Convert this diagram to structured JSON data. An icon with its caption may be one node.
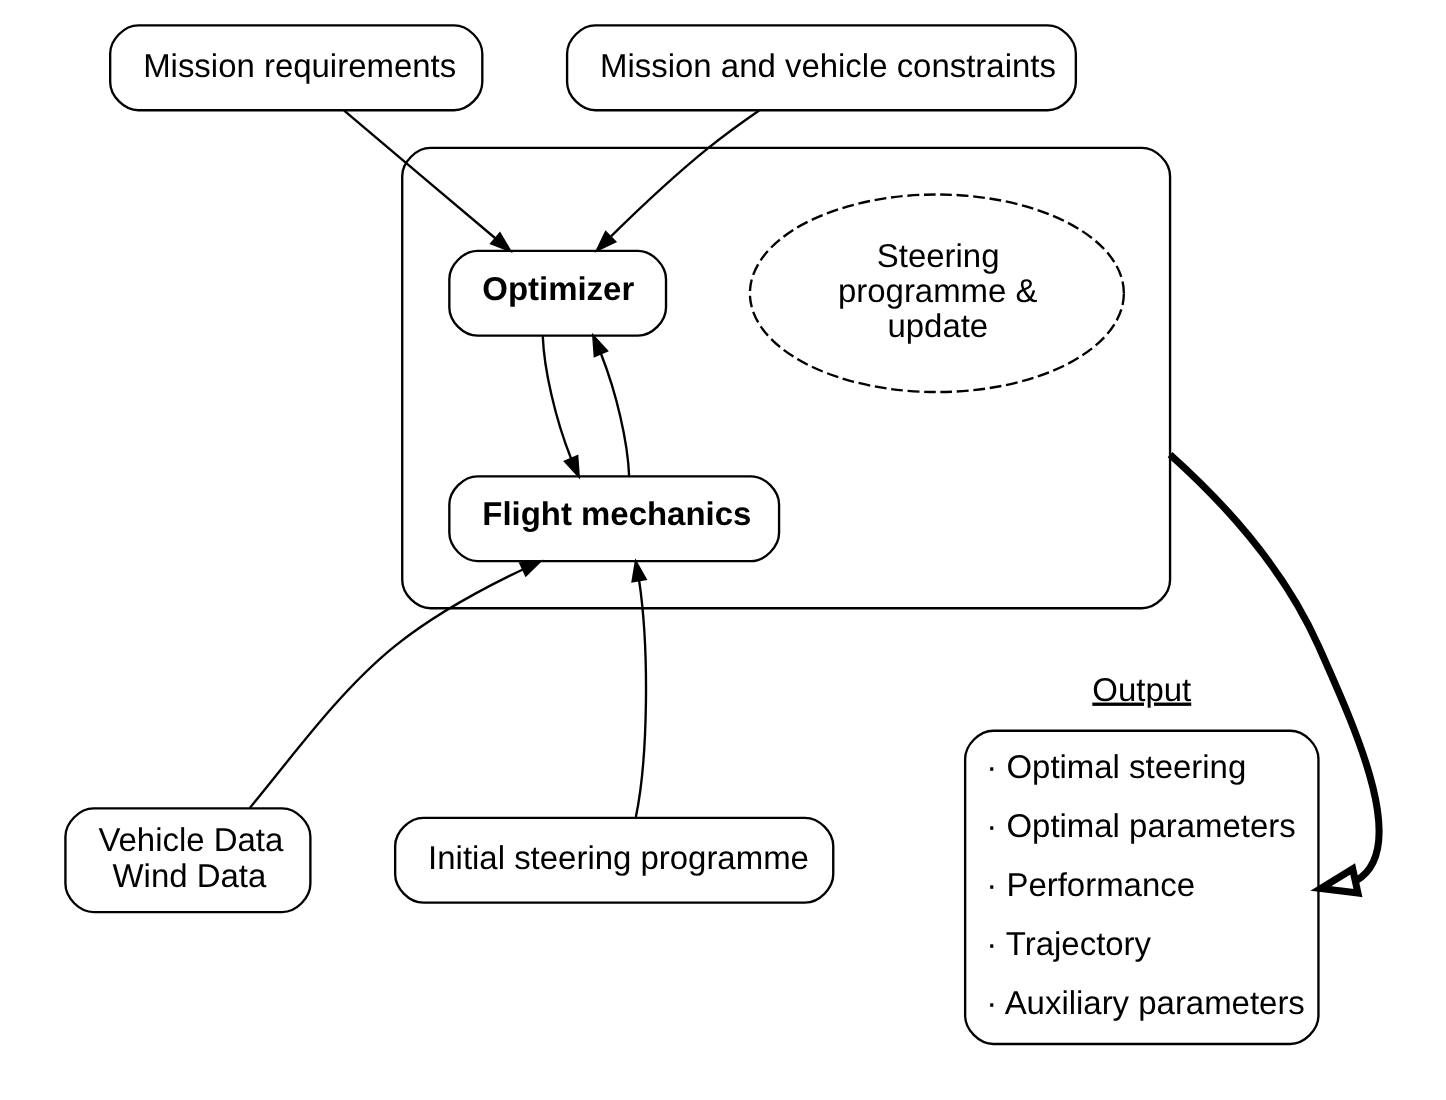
{
  "diagram": {
    "nodes": [
      {
        "text": [
          "Mission requirements"
        ]
      },
      {
        "text": [
          "Mission and vehicle constraints"
        ]
      },
      {
        "text": [],
        "shape": "box"
      },
      {
        "text": [
          "Optimizer"
        ],
        "in": 2
      },
      {
        "text": [
          "Steering programme & update"
        ],
        "in": 2
      },
      {
        "text": [
          "Flight mechanics"
        ],
        "in": 2
      },
      {
        "text": [
          "Output",
          "· Optimal steering",
          "· Optimal parameters",
          "· Performance",
          "· Trajectory",
          "· Auxiliary parameters"
        ]
      },
      {
        "text": [
          "Vehicle Data",
          "Wind Data"
        ]
      },
      {
        "text": [
          "Initial steering programme"
        ]
      }
    ],
    "edges": [
      {
        "from": 0,
        "to": 3,
        "arrow": "to"
      },
      {
        "from": 1,
        "to": 3,
        "arrow": "to"
      },
      {
        "from": 3,
        "to": 5,
        "arrow": "to"
      },
      {
        "from": 5,
        "to": 3,
        "arrow": "to"
      },
      {
        "from": 2,
        "to": 6,
        "arrow": "to",
        "style": "thick"
      },
      {
        "from": 7,
        "to": 5,
        "arrow": "to"
      },
      {
        "from": 8,
        "to": 5,
        "arrow": "to"
      }
    ]
  }
}
